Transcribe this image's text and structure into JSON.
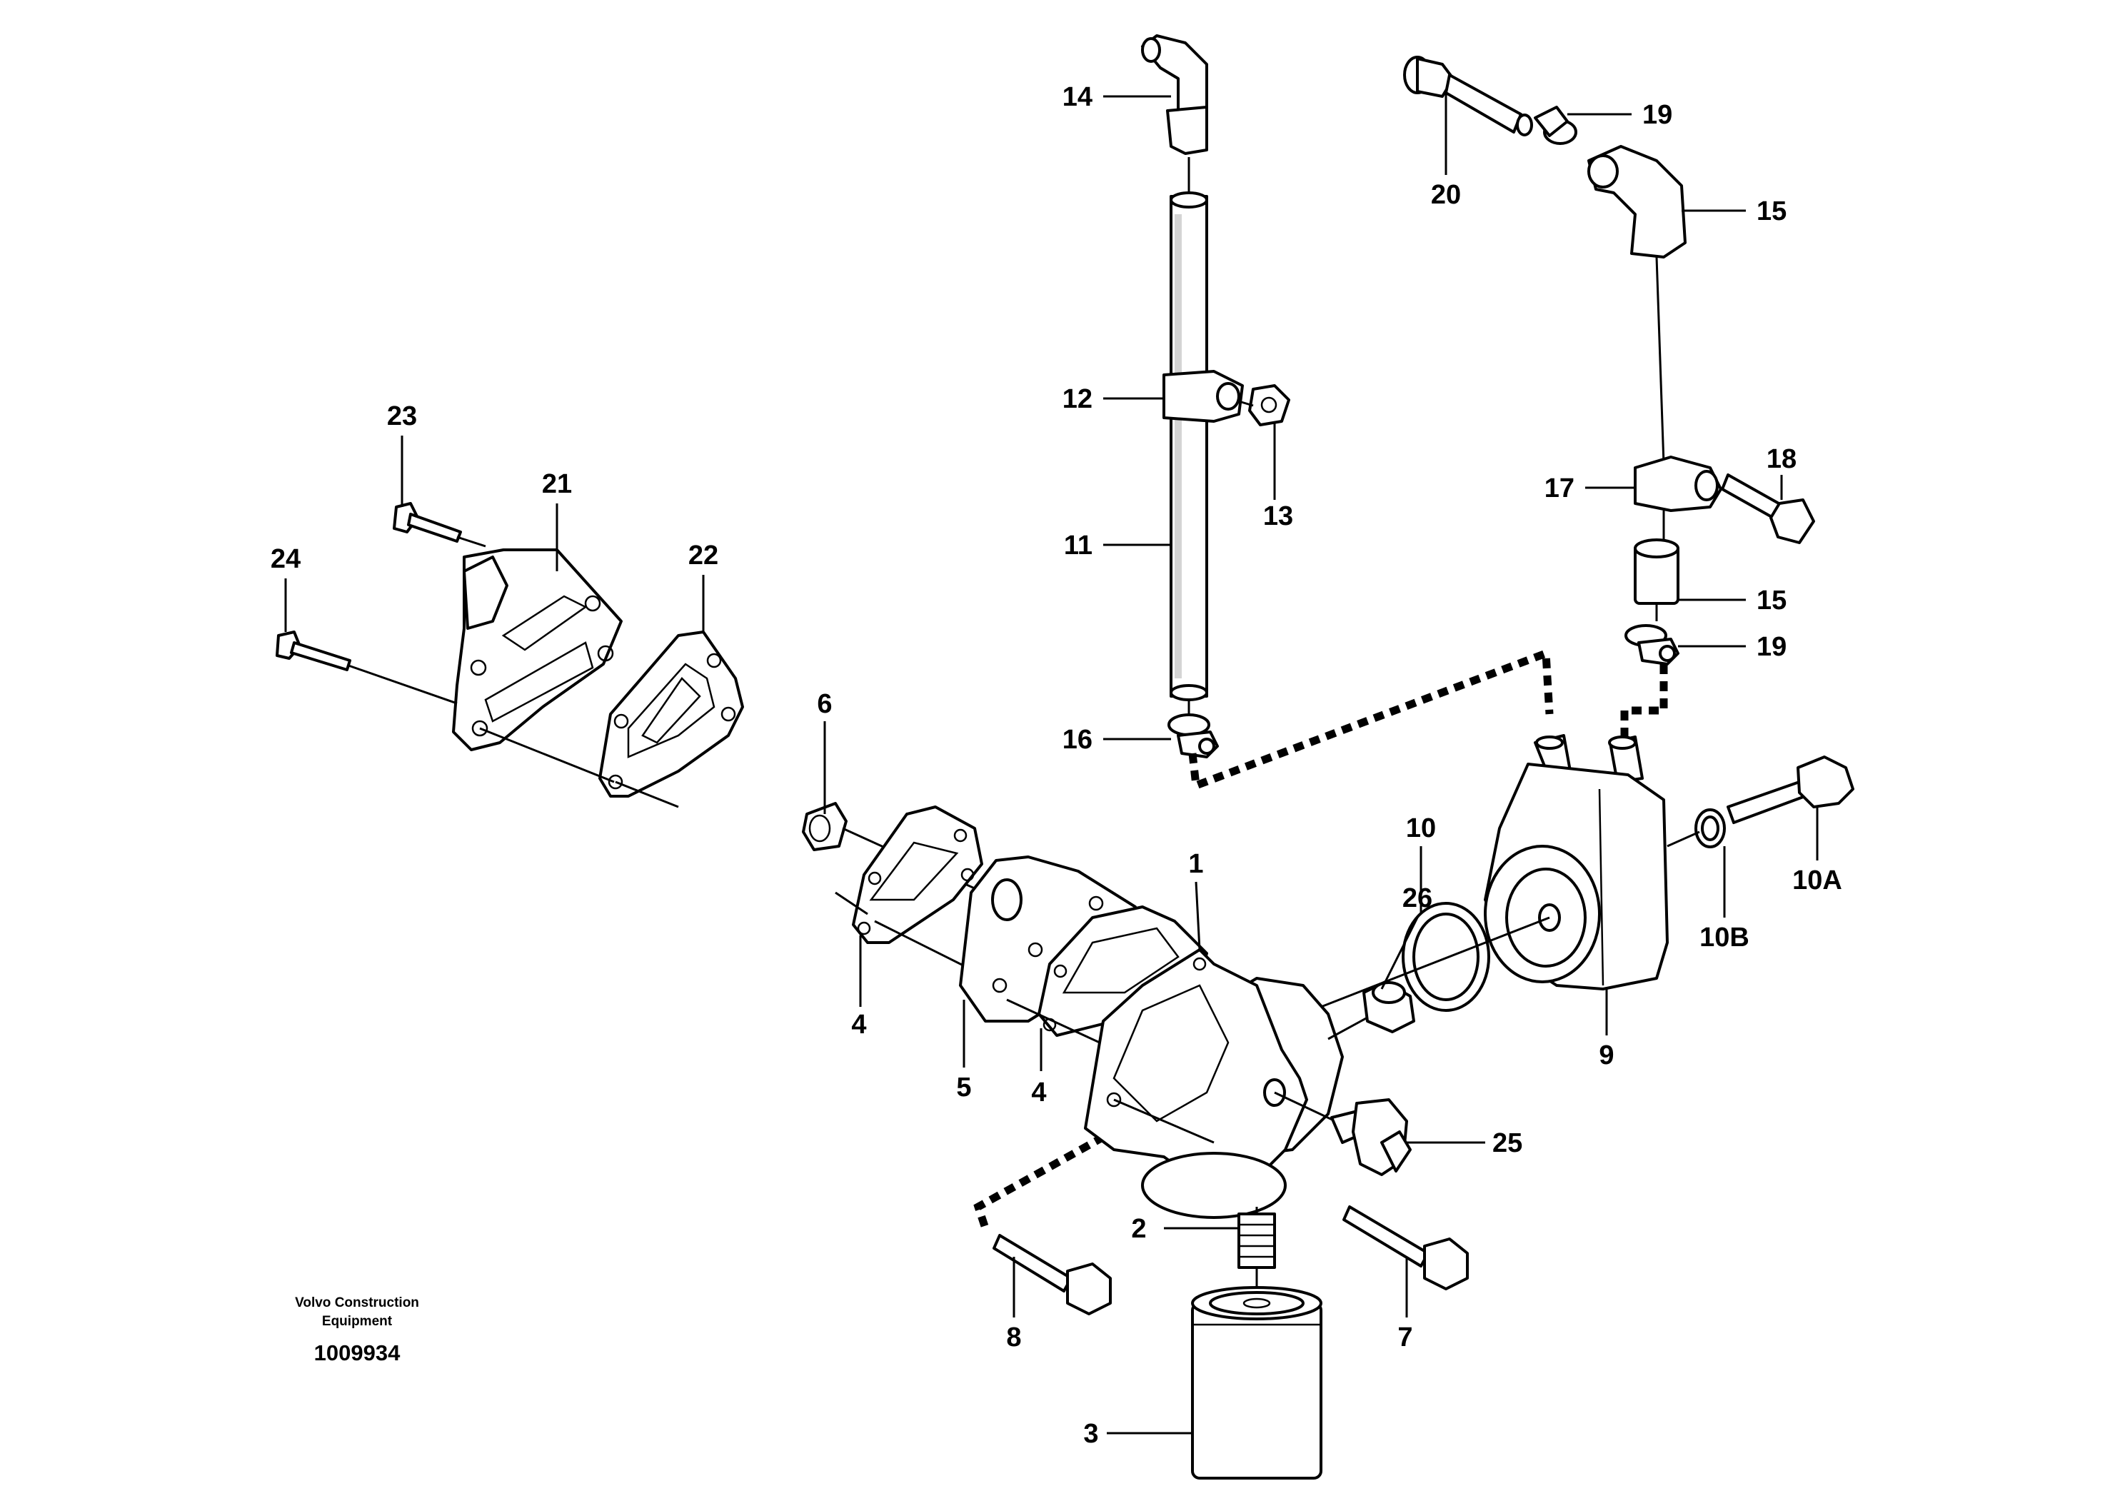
{
  "credit": {
    "line1": "Volvo Construction",
    "line2": "Equipment",
    "number": "1009934"
  },
  "callouts": {
    "c1": "1",
    "c2": "2",
    "c3": "3",
    "c4a": "4",
    "c4b": "4",
    "c5": "5",
    "c6": "6",
    "c7": "7",
    "c8": "8",
    "c9": "9",
    "c10": "10",
    "c10a": "10A",
    "c10b": "10B",
    "c11": "11",
    "c12": "12",
    "c13": "13",
    "c14": "14",
    "c15a": "15",
    "c15b": "15",
    "c16": "16",
    "c17": "17",
    "c18": "18",
    "c19a": "19",
    "c19b": "19",
    "c20": "20",
    "c21": "21",
    "c22": "22",
    "c23": "23",
    "c24": "24",
    "c25": "25",
    "c26": "26"
  }
}
